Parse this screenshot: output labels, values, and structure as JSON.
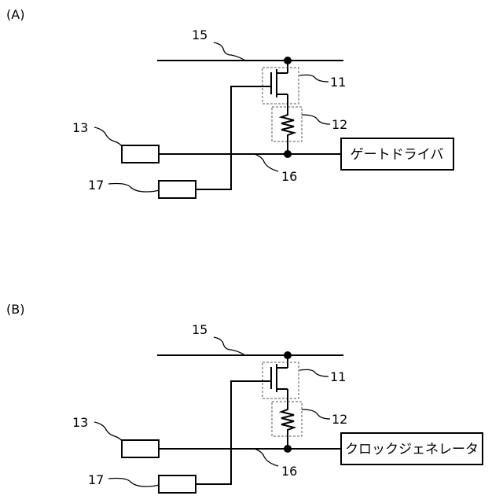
{
  "panels": [
    {
      "title": "(A)",
      "labels": {
        "line_top": "15",
        "transistor": "11",
        "resistor": "12",
        "left_box": "13",
        "node": "16",
        "bottom_box": "17"
      },
      "output_box": "ゲートドライバ"
    },
    {
      "title": "(B)",
      "labels": {
        "line_top": "15",
        "transistor": "11",
        "resistor": "12",
        "left_box": "13",
        "node": "16",
        "bottom_box": "17"
      },
      "output_box": "クロックジェネレータ"
    }
  ]
}
